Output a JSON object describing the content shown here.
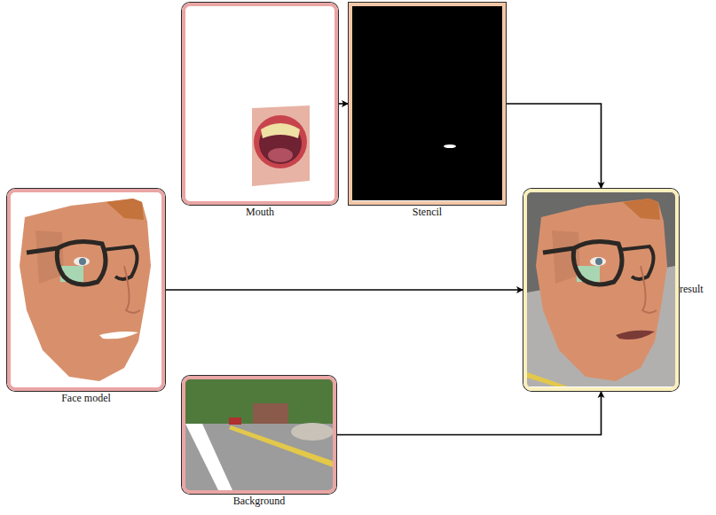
{
  "diagram": {
    "nodes": [
      {
        "text": [
          "Mouth"
        ]
      },
      {
        "text": [
          "Stencil"
        ]
      },
      {
        "text": [
          "Face model"
        ]
      },
      {
        "text": [
          "result"
        ]
      },
      {
        "text": [
          "Background"
        ]
      }
    ],
    "edges": [
      {
        "from": 0,
        "to": 1,
        "arrow": "to"
      },
      {
        "from": 1,
        "to": 3,
        "arrow": "to"
      },
      {
        "from": 2,
        "to": 3,
        "arrow": "to"
      },
      {
        "from": 4,
        "to": 3,
        "arrow": "to"
      }
    ]
  }
}
